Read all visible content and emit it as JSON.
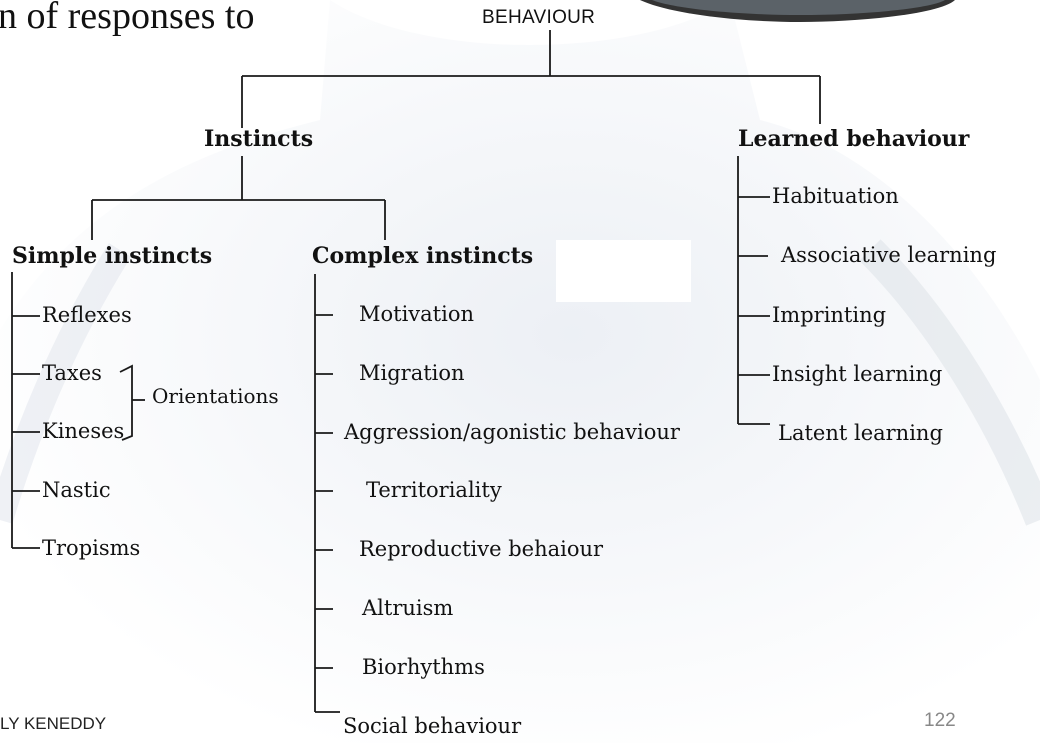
{
  "slide": {
    "heading_fragment": "n of responses to",
    "footer_left": "LY KENEDDY",
    "page_number": "122"
  },
  "diagram": {
    "root": "BEHAVIOUR",
    "instincts": {
      "label": "Instincts",
      "simple": {
        "label": "Simple instincts",
        "items": [
          "Reflexes",
          "Taxes",
          "Kineses",
          "Nastic",
          "Tropisms"
        ],
        "orientations_label": "Orientations"
      },
      "complex": {
        "label": "Complex instincts",
        "items": [
          "Motivation",
          "Migration",
          "Aggression/agonistic behaviour",
          "Territoriality",
          "Reproductive behaiour",
          "Altruism",
          "Biorhythms",
          "Social behaviour"
        ]
      }
    },
    "learned": {
      "label": "Learned behaviour",
      "items": [
        "Habituation",
        "Associative learning",
        "Imprinting",
        "Insight learning",
        "Latent learning"
      ]
    }
  }
}
